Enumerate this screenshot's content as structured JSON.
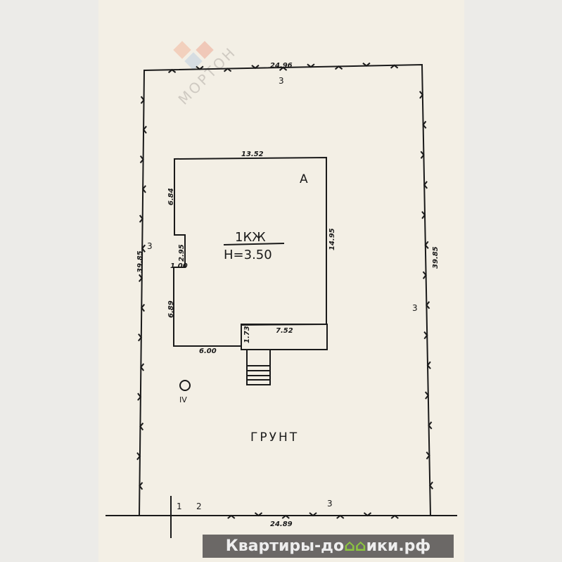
{
  "plot": {
    "top_length": "24.96",
    "bottom_length": "24.89",
    "left_length": "39.85",
    "right_length": "39.85",
    "fence_type_top": "3",
    "fence_type_left": "3",
    "fence_type_right": "3",
    "fence_type_bottom": "3",
    "point_1": "1",
    "point_2": "2",
    "ground_label": "ГРУНТ",
    "well_label": "IV"
  },
  "building": {
    "letter": "А",
    "material": "1КЖ",
    "height": "H=3.50",
    "dims": {
      "top": "13.52",
      "right": "14.95",
      "left_upper": "6.84",
      "notch_depth": "2.95",
      "notch_width": "1.00",
      "left_lower": "6.89",
      "bottom_left": "6.00",
      "porch_length": "7.52",
      "porch_width": "1.73"
    }
  },
  "watermarks": {
    "top": "МОРТОН",
    "bottom": "Квартиры-домики.рф",
    "bottom_a": "Квартиры-до",
    "bottom_b": "ики.рф"
  },
  "colors": {
    "banner": "#6b6866",
    "house_icon": "#8cc63f"
  }
}
